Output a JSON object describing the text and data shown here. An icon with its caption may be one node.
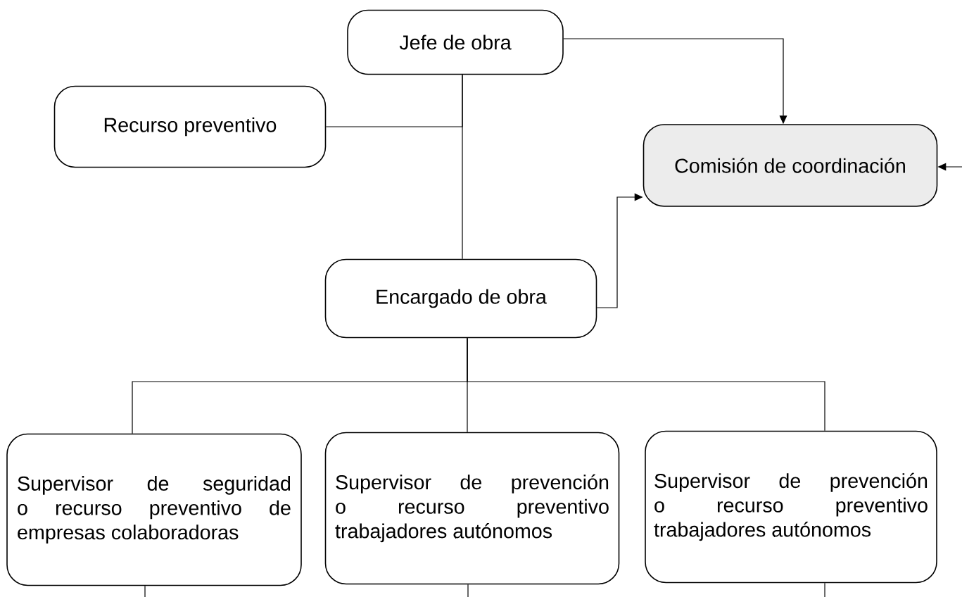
{
  "diagram": {
    "nodes": [
      {
        "text": [
          "Jefe de obra"
        ]
      },
      {
        "text": [
          "Recurso preventivo"
        ]
      },
      {
        "text": [
          "Comisión de coordinación"
        ]
      },
      {
        "text": [
          "Encargado de obra"
        ]
      },
      {
        "text": [
          "Supervisor de seguridad o recurso preventivo de empresas colaboradoras"
        ]
      },
      {
        "text": [
          "Supervisor de prevención o recurso preventivo trabajadores autónomos"
        ]
      },
      {
        "text": [
          "Supervisor de prevención o recurso preventivo trabajadores autónomos"
        ]
      }
    ],
    "edges": [
      {
        "from": 0,
        "to": 3,
        "arrow": "none"
      },
      {
        "from": 1,
        "to": 0,
        "arrow": "none"
      },
      {
        "from": 0,
        "to": 2,
        "arrow": "to"
      },
      {
        "from": 3,
        "to": 2,
        "arrow": "to"
      },
      {
        "from": null,
        "to": 2,
        "arrow": "to"
      },
      {
        "from": 3,
        "to": 4,
        "arrow": "none"
      },
      {
        "from": 3,
        "to": 5,
        "arrow": "none"
      },
      {
        "from": 3,
        "to": 6,
        "arrow": "none"
      },
      {
        "from": 4,
        "to": null,
        "arrow": "none"
      },
      {
        "from": 5,
        "to": null,
        "arrow": "none"
      },
      {
        "from": 6,
        "to": null,
        "arrow": "none"
      }
    ]
  }
}
